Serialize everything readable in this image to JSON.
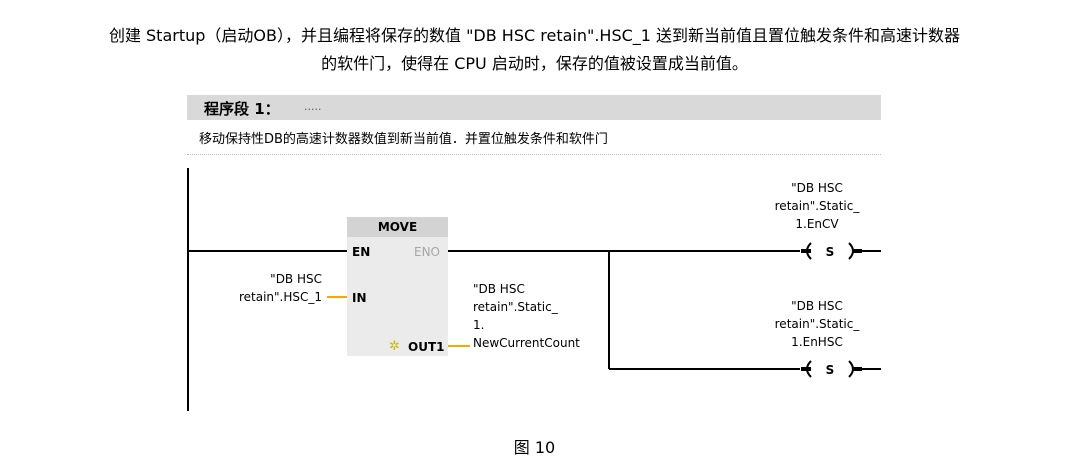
{
  "intro": {
    "line1": "创建 Startup（启动OB），并且编程将保存的数值 \"DB HSC retain\".HSC_1 送到新当前值且置位触发条件和高速计数器",
    "line2": "的软件门，使得在 CPU 启动时，保存的值被设置成当前值。"
  },
  "segment": {
    "title": "程序段 1：",
    "dots": ".....",
    "comment": "移动保持性DB的高速计数器数值到新当前值．并置位触发条件和软件门"
  },
  "move_block": {
    "title": "MOVE",
    "en": "EN",
    "eno": "ENO",
    "in": "IN",
    "out": "OUT1",
    "out_icon": "asterisk-star-icon",
    "in_operand": [
      "\"DB HSC",
      "retain\".HSC_1"
    ],
    "out_operand": [
      "\"DB HSC",
      "retain\".Static_",
      "1.",
      "NewCurrentCount"
    ]
  },
  "coil1": {
    "symbol": "S",
    "operand": [
      "\"DB HSC",
      "retain\".Static_",
      "1.EnCV"
    ]
  },
  "coil2": {
    "symbol": "S",
    "operand": [
      "\"DB HSC",
      "retain\".Static_",
      "1.EnHSC"
    ]
  },
  "caption": "图 10",
  "colors": {
    "wire": "#000000",
    "operand_wire": "#f5a800",
    "block_body": "#ebebeb",
    "block_title": "#d3d3d3",
    "header": "#d9d9d9"
  }
}
